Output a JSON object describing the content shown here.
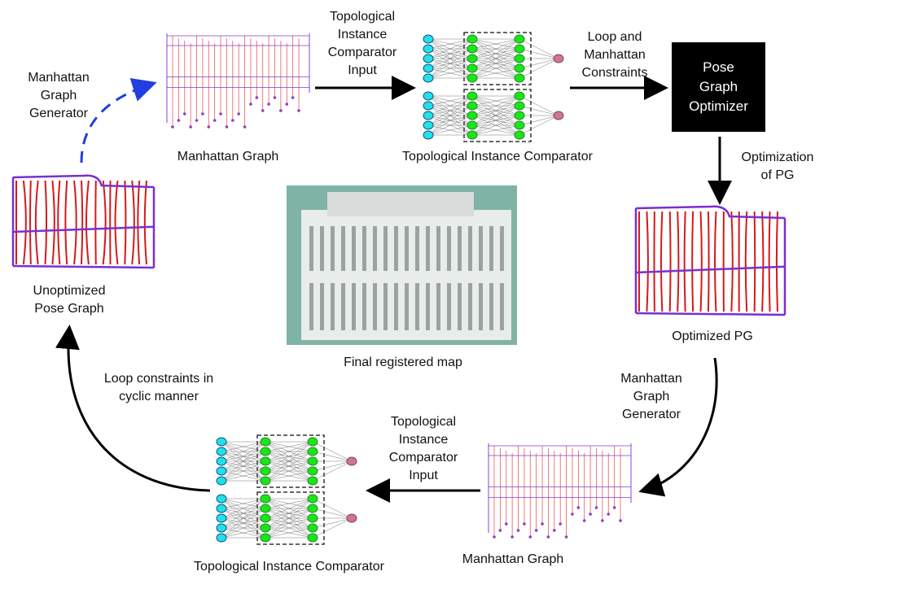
{
  "labels": {
    "manhattan_graph_top": "Manhattan Graph",
    "manhattan_graph_bottom": "Manhattan Graph",
    "tic_top": "Topological Instance Comparator",
    "tic_bottom": "Topological Instance Comparator",
    "tic_input_top": [
      "Topological",
      "Instance",
      "Comparator",
      "Input"
    ],
    "tic_input_bottom": [
      "Topological",
      "Instance",
      "Comparator",
      "Input"
    ],
    "loop_manhattan": [
      "Loop and",
      "Manhattan",
      "Constraints"
    ],
    "pose_graph_optimizer": [
      "Pose",
      "Graph",
      "Optimizer"
    ],
    "optimization_of_pg": [
      "Optimization",
      "of PG"
    ],
    "optimized_pg": "Optimized PG",
    "mgg_right": [
      "Manhattan",
      "Graph",
      "Generator"
    ],
    "mgg_left": [
      "Manhattan",
      "Graph",
      "Generator"
    ],
    "unoptimized": [
      "Unoptimized",
      "Pose Graph"
    ],
    "loop_cyclic": [
      "Loop constraints in",
      "cyclic manner"
    ],
    "final_map": "Final registered map"
  },
  "colors": {
    "arrow": "#000000",
    "dashed_arrow": "#1f3fe0",
    "node_input": "#22e0e8",
    "node_hidden": "#19e619",
    "node_output": "#c87896",
    "pose_red": "#d81818",
    "pose_purple": "#7a2fd0",
    "map_bg": "#7fb3a6"
  },
  "icons": [
    "neural-network-icon",
    "pose-graph-icon",
    "manhattan-graph-icon",
    "map-image"
  ]
}
